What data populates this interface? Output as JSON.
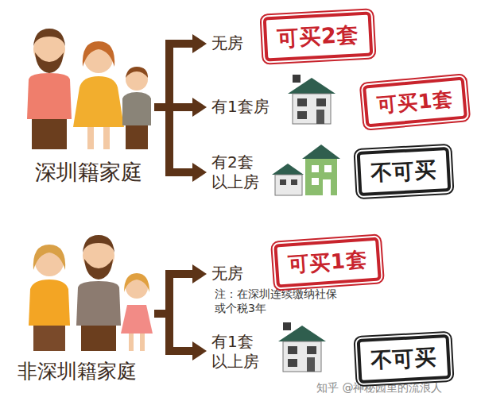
{
  "diagram": {
    "nodes": [
      {
        "text": [
          "可买2套"
        ]
      },
      {
        "text": [
          "可买1套"
        ]
      },
      {
        "text": [
          "不可买"
        ]
      },
      {
        "text": [
          "可买1套"
        ]
      },
      {
        "text": [
          "不可买"
        ]
      }
    ],
    "labels": [
      "深圳籍家庭",
      "无房",
      "有1套房",
      "有2套 以上房",
      "非深圳籍家庭",
      "无房",
      "注：在深圳连续缴纳社保 或个税3年",
      "有1套 以上房",
      "知乎 @神秘园里的流浪人"
    ]
  }
}
